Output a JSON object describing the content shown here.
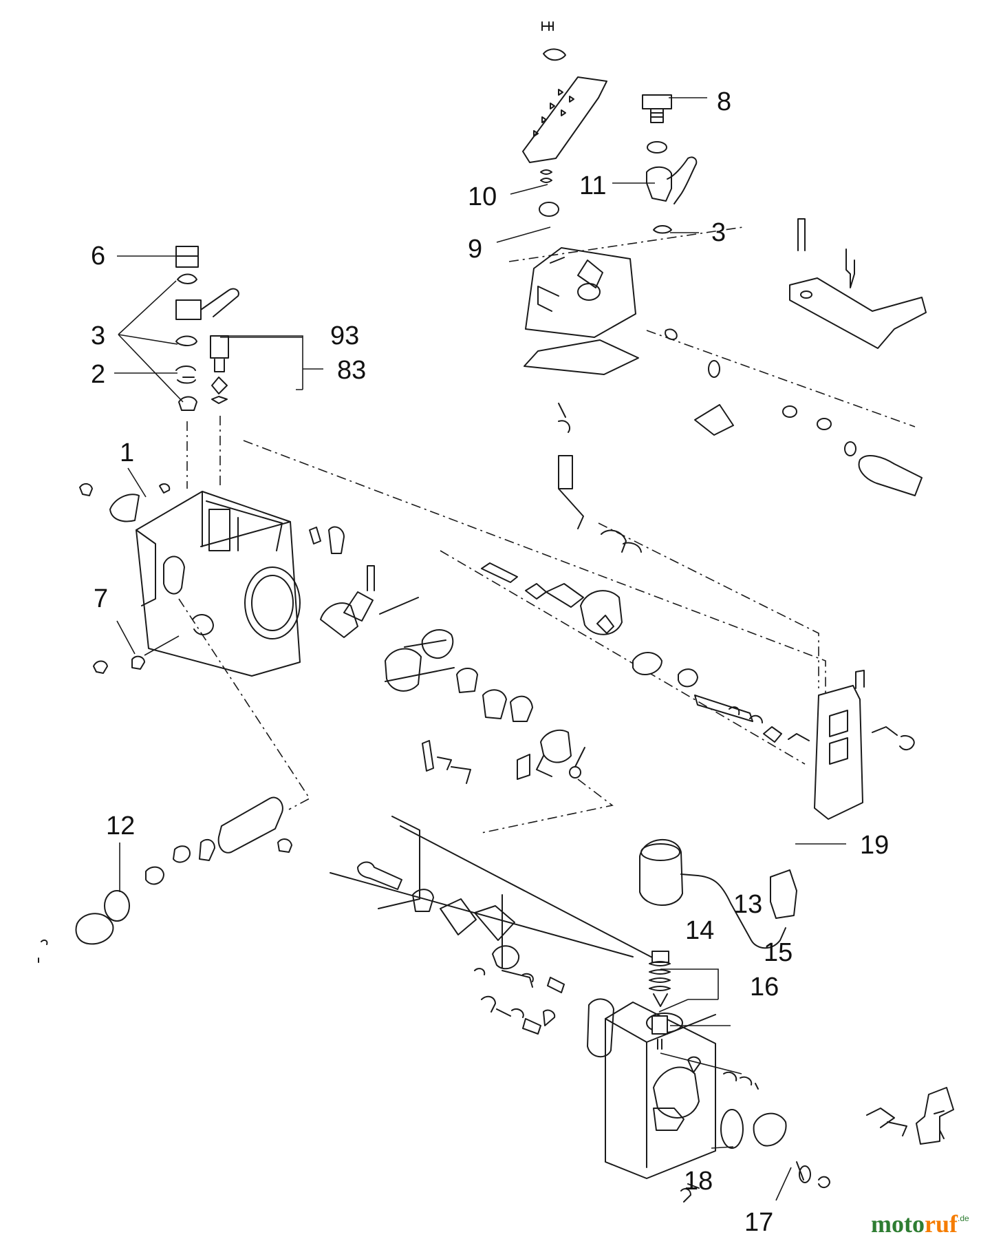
{
  "callouts": {
    "c6": "6",
    "c3a": "3",
    "c2": "2",
    "c1": "1",
    "c7": "7",
    "c93": "93",
    "c83": "83",
    "c8": "8",
    "c11": "11",
    "c10": "10",
    "c9": "9",
    "c3b": "3",
    "c12": "12",
    "c19": "19",
    "c13": "13",
    "c14": "14",
    "c15": "15",
    "c16": "16",
    "c18": "18",
    "c17": "17"
  },
  "watermark": {
    "brand": "motoruf",
    "suffix": ".de",
    "colors": {
      "moto": "#2e7d32",
      "ruf": "#f57c00",
      "suffix": "#2e7d32"
    }
  }
}
